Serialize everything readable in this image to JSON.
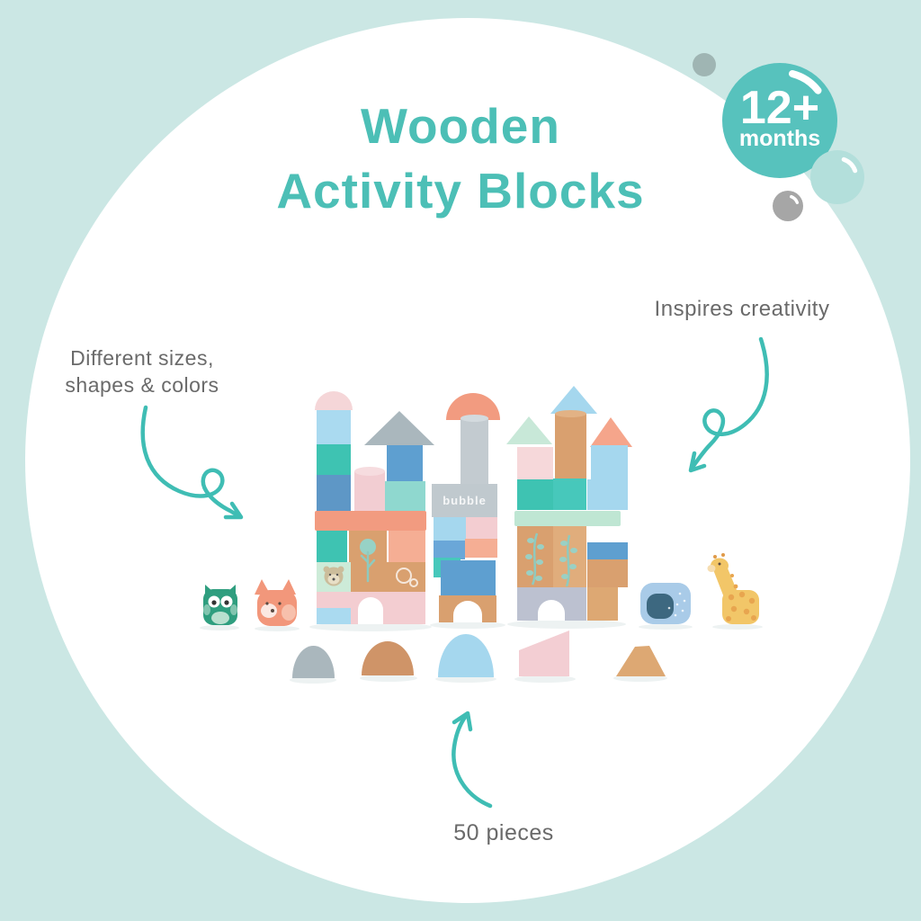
{
  "page": {
    "background_color": "#cbe7e4",
    "circle_color": "#ffffff"
  },
  "title": {
    "line1": "Wooden",
    "line2": "Activity Blocks",
    "color": "#4cbfb6"
  },
  "age_badge": {
    "age": "12+",
    "unit": "months",
    "badge_color": "#57c2bd",
    "text_color": "#ffffff"
  },
  "callouts": {
    "text_color": "#6a6a6a",
    "arrow_color": "#3fbdb4",
    "left": {
      "line1": "Different sizes,",
      "line2": "shapes & colors"
    },
    "right": {
      "label": "Inspires creativity"
    },
    "bottom": {
      "label": "50 pieces"
    }
  },
  "product": {
    "brand_logo": "bubble",
    "animals": [
      "owl",
      "fox",
      "elephant",
      "giraffe"
    ],
    "palette": {
      "coral": "#f29b80",
      "coral_light": "#f5ae94",
      "pink": "#f3cdd1",
      "pale_pink": "#f6dcdd",
      "light_blue": "#a5d7ee",
      "blue": "#5e9fd0",
      "teal": "#3ec3b2",
      "aqua": "#8fd8cf",
      "mint": "#bfe6d3",
      "gray": "#aab7bd",
      "wood": "#d9a06f",
      "lavender_gray": "#bcc1d0",
      "owl_green": "#2f9e7f",
      "fox_coral": "#f2977b",
      "elephant_blue": "#a9cbe8",
      "giraffe_yellow": "#f2c668"
    }
  }
}
